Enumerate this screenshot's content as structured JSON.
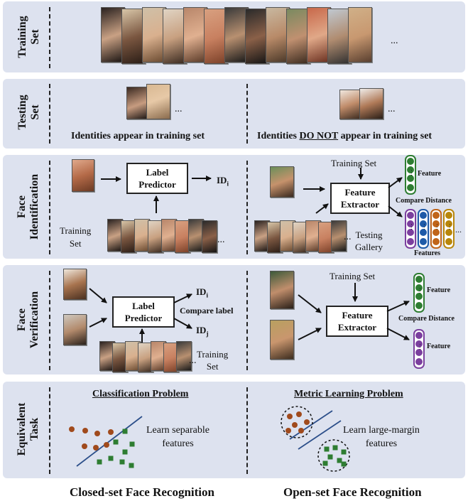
{
  "rows": {
    "training_set": "Training\nSet",
    "testing_set": "Testing\nSet",
    "face_identification": "Face\nIdentification",
    "face_verification": "Face\nVerification",
    "equivalent_task": "Equivalent\nTask"
  },
  "training": {
    "ellipsis": "..."
  },
  "testing": {
    "closed_caption": "Identities appear in training set",
    "open_caption_prefix": "Identities ",
    "open_caption_emph": "DO NOT",
    "open_caption_suffix": " appear in training set",
    "ellipsis": "..."
  },
  "identification": {
    "label_predictor": "Label\nPredictor",
    "id_output": "ID",
    "id_sub": "i",
    "training_set_label": "Training\nSet",
    "ellipsis": "...",
    "training_set_top": "Training Set",
    "feature_extractor": "Feature\nExtractor",
    "feature": "Feature",
    "compare_distance": "Compare Distance",
    "features": "Features",
    "testing_gallery": "Testing\nGallery"
  },
  "verification": {
    "label_predictor": "Label\nPredictor",
    "id_i": "ID",
    "id_i_sub": "i",
    "id_j": "ID",
    "id_j_sub": "j",
    "compare_label": "Compare label",
    "training_set_label": "Training\nSet",
    "ellipsis": "...",
    "training_set_top": "Training Set",
    "feature_extractor": "Feature\nExtractor",
    "feature_top": "Feature",
    "compare_distance": "Compare Distance",
    "feature_bottom": "Feature"
  },
  "equivalent": {
    "classification_title": "Classification Problem",
    "classification_desc": "Learn separable\nfeatures",
    "metric_title": "Metric Learning Problem",
    "metric_desc": "Learn large-margin\nfeatures"
  },
  "bottom": {
    "closed_set": "Closed-set Face Recognition",
    "open_set": "Open-set Face Recognition"
  },
  "colors": {
    "panel": "#dde2ef",
    "dot_green": "#2e7d32",
    "dot_blue": "#1e5aa8",
    "dot_orange": "#c0651a",
    "dot_purple": "#7b3f9e",
    "dot_brown": "#a04a1c"
  }
}
